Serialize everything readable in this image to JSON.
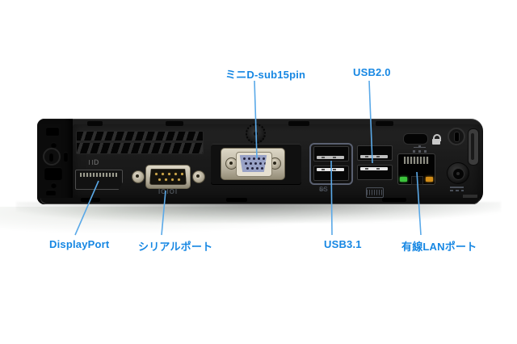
{
  "figure": {
    "description": "Rear port layout of a black mini desktop PC with blue annotation labels"
  },
  "colors": {
    "label_text": "#1687e3",
    "leader_line": "#5aa9e8",
    "led_green": "#3cc43c",
    "led_amber": "#d28d18",
    "chassis_black": "#161616",
    "vga_insert_blue": "#99a2c6"
  },
  "annotations": {
    "top": [
      {
        "id": "mini-dsub15pin",
        "text": "ミニD-sub15pin"
      },
      {
        "id": "usb2",
        "text": "USB2.0"
      }
    ],
    "bottom": [
      {
        "id": "displayport",
        "text": "DisplayPort"
      },
      {
        "id": "serial",
        "text": "シリアルポート"
      },
      {
        "id": "usb3",
        "text": "USB3.1"
      },
      {
        "id": "lan",
        "text": "有線LANポート"
      }
    ]
  },
  "device_markings": {
    "serial_port": "IOIOI",
    "usb3_logo": "SS",
    "displayport_logo": "D"
  }
}
